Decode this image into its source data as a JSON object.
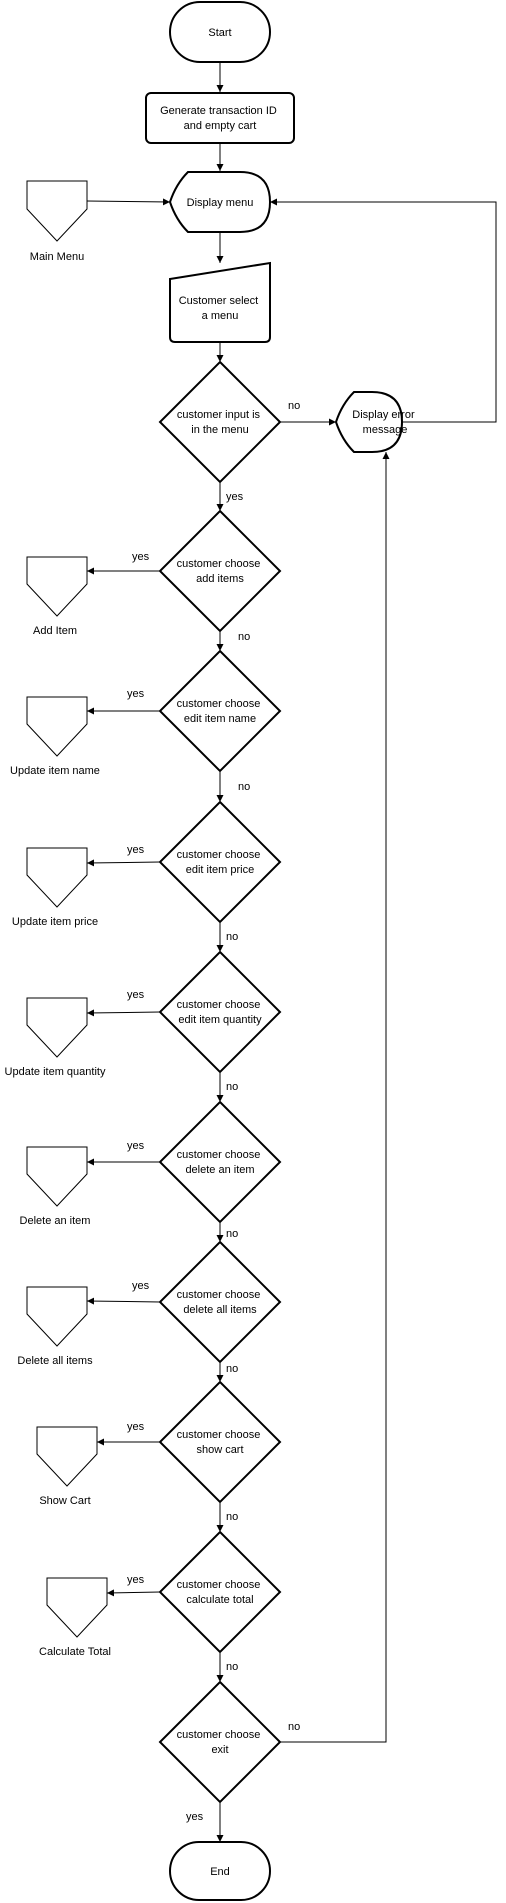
{
  "colors": {
    "stroke": "#000000",
    "fill": "#ffffff",
    "text": "#000000"
  },
  "nodes": {
    "start": "Start",
    "generate": [
      "Generate transaction ID",
      "and empty cart"
    ],
    "display_menu": "Display menu",
    "customer_select": [
      "Customer select",
      "a menu"
    ],
    "input_in_menu": [
      "customer input is",
      "in the menu"
    ],
    "display_error": [
      "Display error",
      "message"
    ],
    "add_items": [
      "customer choose",
      "add items"
    ],
    "edit_name": [
      "customer choose",
      "edit item name"
    ],
    "edit_price": [
      "customer choose",
      "edit item price"
    ],
    "edit_quantity": [
      "customer choose",
      "edit item quantity"
    ],
    "delete_item": [
      "customer choose",
      "delete an item"
    ],
    "delete_all": [
      "customer choose",
      "delete all items"
    ],
    "show_cart": [
      "customer choose",
      "show cart"
    ],
    "calculate_total": [
      "customer choose",
      "calculate total"
    ],
    "exit": [
      "customer choose",
      "exit"
    ],
    "end": "End"
  },
  "references": {
    "main_menu": "Main Menu",
    "add_item": "Add Item",
    "update_name": "Update item name",
    "update_price": "Update item price",
    "update_quantity": "Update item quantity",
    "delete_item": "Delete an item",
    "delete_all": "Delete all items",
    "show_cart": "Show Cart",
    "calculate_total": "Calculate Total"
  },
  "edge_labels": {
    "yes": "yes",
    "no": "no"
  }
}
